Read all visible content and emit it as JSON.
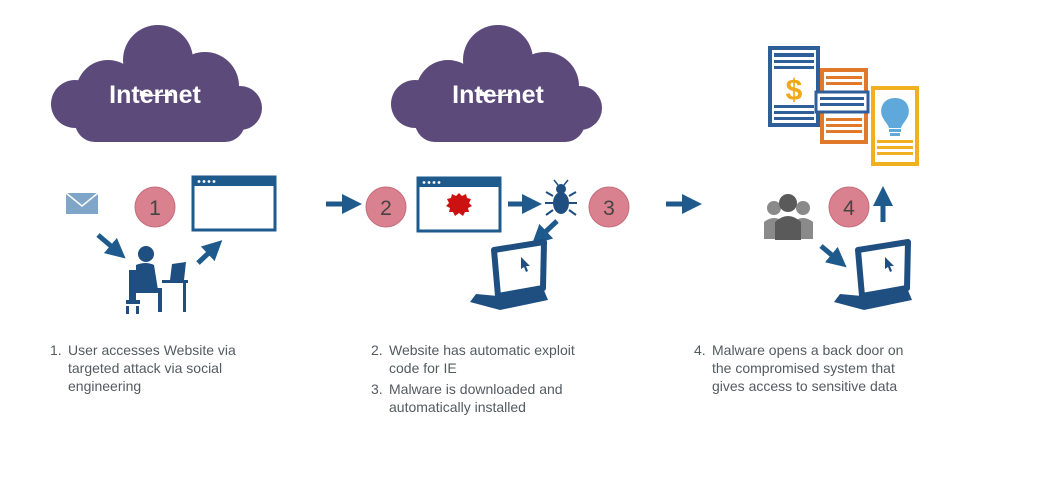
{
  "clouds": [
    {
      "label": "Internet"
    },
    {
      "label": "Internet"
    }
  ],
  "steps": [
    "1",
    "2",
    "3",
    "4"
  ],
  "captions": [
    {
      "number": "1.",
      "text": "User accesses Website via\ntargeted attack via social\nengineering"
    },
    {
      "number": "2.",
      "text": "Website has automatic exploit\ncode for IE"
    },
    {
      "number": "3.",
      "text": "Malware is downloaded and\nautomatically installed"
    },
    {
      "number": "4.",
      "text": "Malware opens a back door on\nthe compromised system that\ngives access to sensitive data"
    }
  ],
  "colors": {
    "cloud": "#5c4a7a",
    "arrow": "#1f5a8c",
    "step_circle": "#d9818e",
    "step_border": "#c46e7c",
    "laptop": "#1f4f80",
    "exploit_badge": "#cc1111",
    "caption_text": "#555a60"
  },
  "icons": [
    "envelope-icon",
    "user-at-desk-icon",
    "browser-window-icon",
    "exploit-browser-icon",
    "bug-icon",
    "laptop-icon",
    "users-icon",
    "server-rack-icon",
    "dollar-icon",
    "lightbulb-icon",
    "arrow-icon"
  ]
}
